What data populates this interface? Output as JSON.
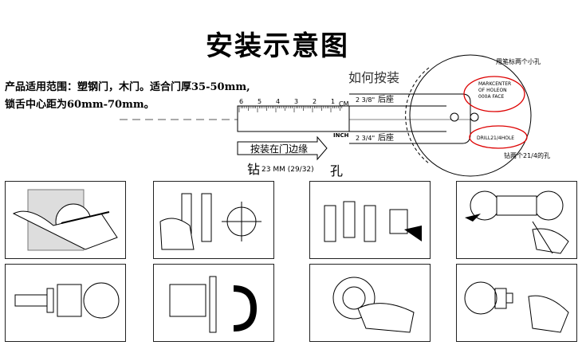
{
  "title": "安装示意图",
  "description": {
    "line1": "产品适用范围：塑钢门，木门。适合门厚35-50mm,",
    "line2": "锁舌中心距为60mm-70mm。"
  },
  "diagram": {
    "how_to_install": "如何按装",
    "ruler_cm_label": "CM",
    "ruler_cm_ticks": [
      "6",
      "5",
      "4",
      "3",
      "2",
      "1"
    ],
    "ruler_inch_label": "INCH",
    "backset_top": "2 3/8\"",
    "backset_top_label": "后座",
    "backset_bottom": "2 3/4\"",
    "backset_bottom_label": "后座",
    "arrow_text": "按装在门边缘",
    "drill_prefix": "钻",
    "drill_size": "23 MM (29/32)",
    "drill_suffix": "孔",
    "mark_note": "用笔标两个小孔",
    "mark_center": [
      "MARKCENTER",
      "OF HOLEON",
      "000A FACE"
    ],
    "drill_hole": "DRILL21/4HOLE",
    "drill_note": "钻两个21/4的孔"
  }
}
